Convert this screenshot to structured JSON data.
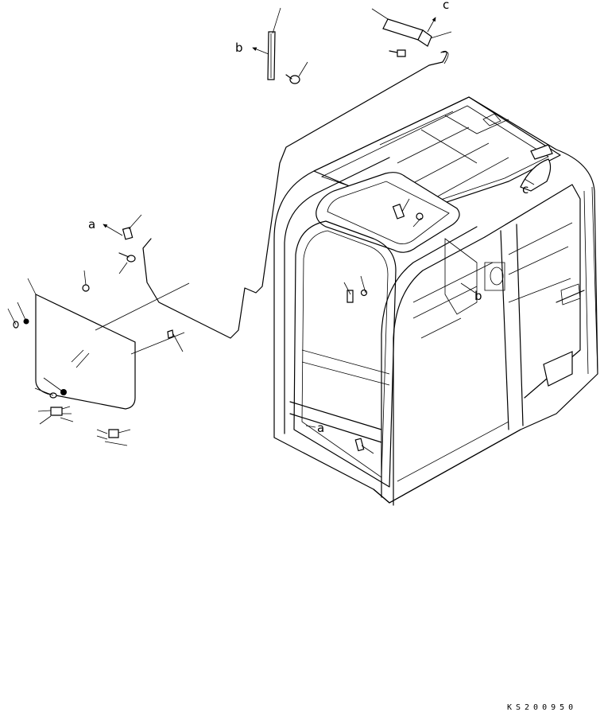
{
  "callouts": {
    "a_left": "a",
    "a_cab": "a",
    "b_top": "b",
    "b_cab": "b",
    "c_top": "c",
    "c_cab": "c"
  },
  "drawing_code": "KS200950"
}
